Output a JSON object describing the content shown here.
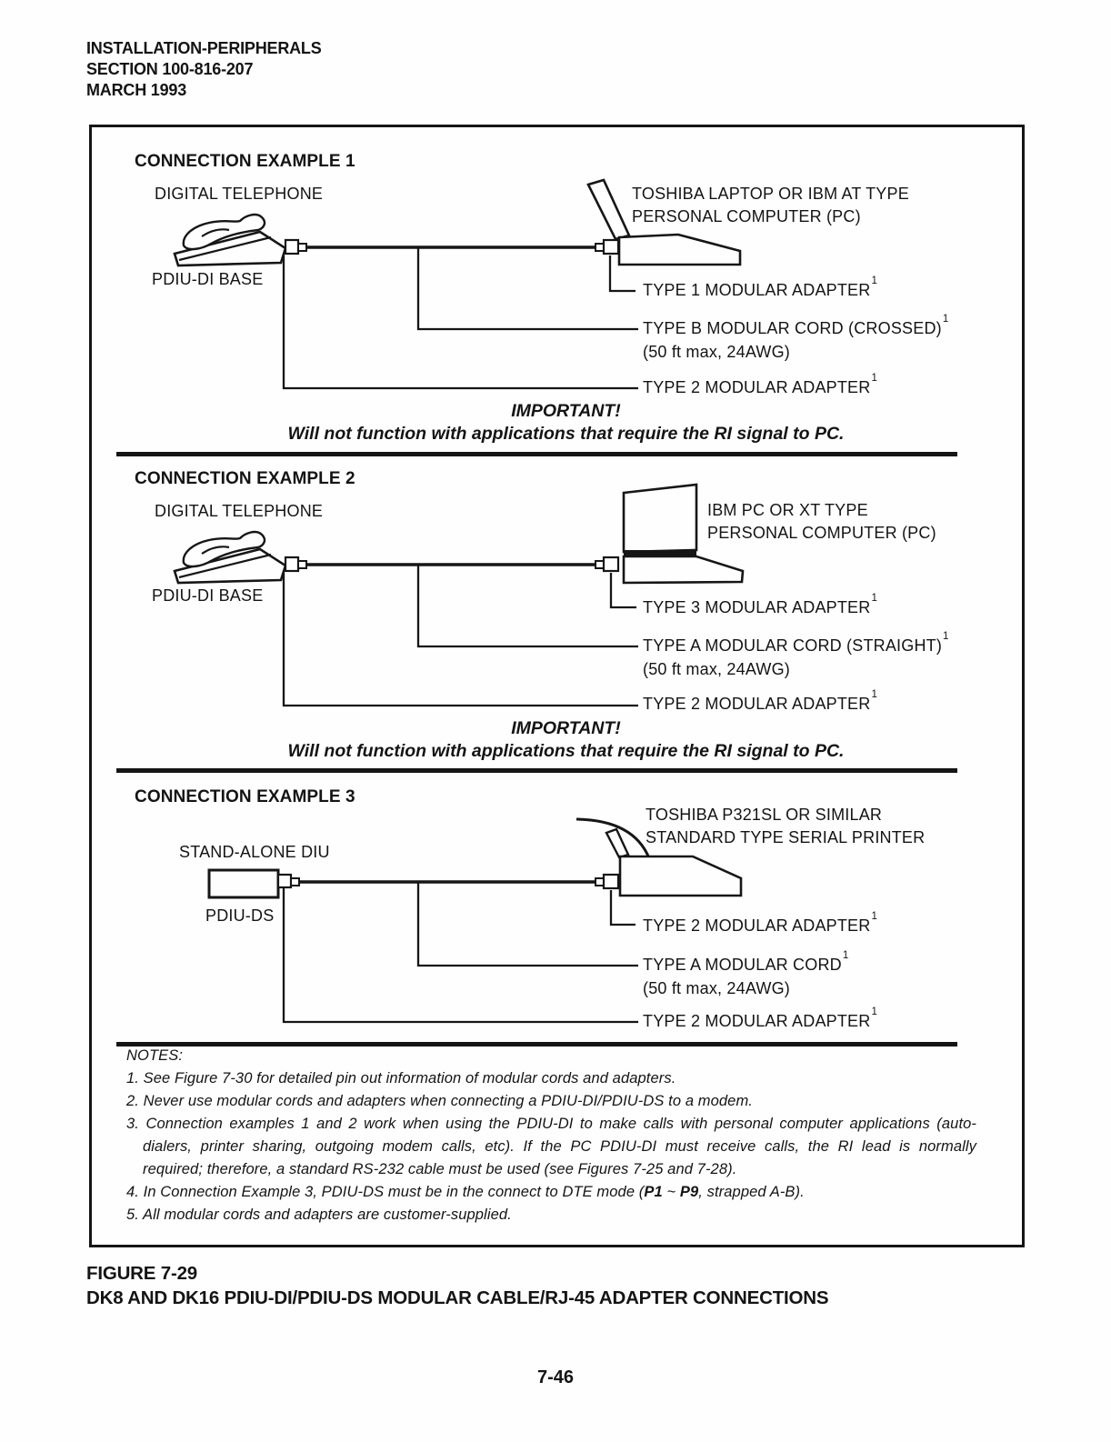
{
  "doc": {
    "header_lines": [
      "INSTALLATION-PERIPHERALS",
      "SECTION 100-816-207",
      "MARCH 1993"
    ],
    "figure": {
      "number": "FIGURE 7-29",
      "title": "DK8 AND DK16 PDIU-DI/PDIU-DS MODULAR CABLE/RJ-45 ADAPTER CONNECTIONS"
    },
    "page_number": "7-46"
  },
  "example1": {
    "title": "CONNECTION EXAMPLE 1",
    "device_left": "DIGITAL TELEPHONE",
    "device_left_base": "PDIU-DI BASE",
    "device_right_line1": "TOSHIBA LAPTOP OR IBM AT TYPE",
    "device_right_line2": "PERSONAL COMPUTER (PC)",
    "callout1": "TYPE 1 MODULAR ADAPTER",
    "callout1_sup": "1",
    "callout2": "TYPE B MODULAR CORD (CROSSED)",
    "callout2_sup": "1",
    "callout2_spec": "(50 ft max, 24AWG)",
    "callout3": "TYPE 2 MODULAR ADAPTER",
    "callout3_sup": "1",
    "important_title": "IMPORTANT!",
    "important_text": "Will not function with applications that require the RI signal to PC."
  },
  "example2": {
    "title": "CONNECTION EXAMPLE 2",
    "device_left": "DIGITAL TELEPHONE",
    "device_left_base": "PDIU-DI BASE",
    "device_right_line1": "IBM PC OR XT TYPE",
    "device_right_line2": "PERSONAL COMPUTER (PC)",
    "callout1": "TYPE 3 MODULAR ADAPTER",
    "callout1_sup": "1",
    "callout2": "TYPE A MODULAR CORD (STRAIGHT)",
    "callout2_sup": "1",
    "callout2_spec": "(50 ft max, 24AWG)",
    "callout3": "TYPE 2 MODULAR ADAPTER",
    "callout3_sup": "1",
    "important_title": "IMPORTANT!",
    "important_text": "Will not function with applications that require the RI signal to PC."
  },
  "example3": {
    "title": "CONNECTION EXAMPLE 3",
    "device_left": "STAND-ALONE DIU",
    "device_left_base": "PDIU-DS",
    "device_right_line1": "TOSHIBA P321SL OR SIMILAR",
    "device_right_line2": "STANDARD TYPE SERIAL PRINTER",
    "callout1": "TYPE 2 MODULAR ADAPTER",
    "callout1_sup": "1",
    "callout2": "TYPE A MODULAR CORD",
    "callout2_sup": "1",
    "callout2_spec": "(50 ft max, 24AWG)",
    "callout3": "TYPE 2 MODULAR ADAPTER",
    "callout3_sup": "1"
  },
  "notes": {
    "heading": "NOTES:",
    "n1": "1. See Figure 7-30 for detailed pin out information of modular cords and adapters.",
    "n2": "2. Never use modular cords and adapters when connecting a PDIU-DI/PDIU-DS to a modem.",
    "n3_line1": "3. Connection examples 1 and 2 work when using the PDIU-DI to make calls with personal computer applications (auto-",
    "n3_line2": "dialers, printer sharing, outgoing modem calls, etc). If the PC PDIU-DI must receive calls, the RI lead is normally",
    "n3_line3": "required; therefore, a standard RS-232 cable must be used (see Figures 7-25 and 7-28).",
    "n4_pre": "4. In Connection Example 3, PDIU-DS must be in the connect to DTE mode (",
    "n4_b1": "P1",
    "n4_mid": " ~ ",
    "n4_b2": "P9",
    "n4_post": ", strapped A-B).",
    "n5": "5. All modular cords and adapters are customer-supplied."
  }
}
